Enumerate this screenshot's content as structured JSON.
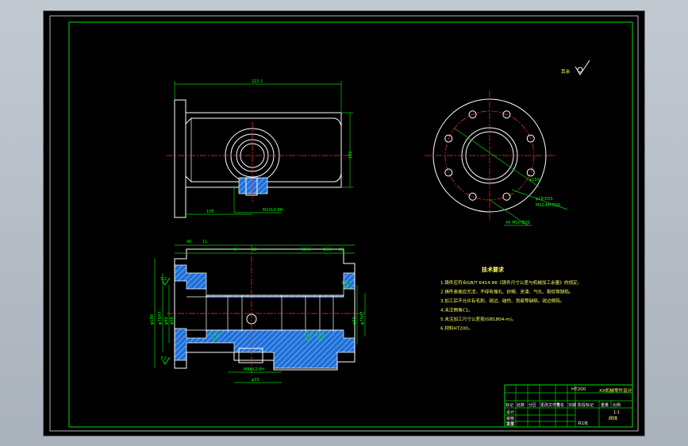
{
  "colors": {
    "background": "#000000",
    "frame": "#00e000",
    "geometry": "#ffffff",
    "dimensions": "#00e000",
    "centerlines": "#ff3030",
    "text": "#ffff66",
    "hatch": "#4aa3ff"
  },
  "top_view": {
    "overall_length": "222.1",
    "height": "102",
    "offset": "105",
    "thread_callout": "M2XL5-6H"
  },
  "flange_view": {
    "pcd": "φ150",
    "holes_callout": "φ18 EQS",
    "thread_callout": "M10-6H EQS",
    "note": "4X M10 EQS"
  },
  "section_view": {
    "top_dims": [
      "11",
      "40",
      "9",
      "38",
      "58.5",
      "15.5",
      "18"
    ],
    "left_dims": [
      "φ180",
      "φ75H7",
      "φ90",
      "φ58"
    ],
    "right_dims": [
      "φ62",
      "φ75H7"
    ],
    "bottom_dims": [
      "M48X2-6H",
      "φ35"
    ],
    "roughness": [
      "3.2",
      "3.2",
      "1.6",
      "3.2",
      "1.6",
      "3.2"
    ]
  },
  "roughness_symbol": {
    "label": "其余"
  },
  "technical_requirements": {
    "title": "技术要求",
    "items": [
      "1.铸件应符合GB/T 6414-86《铸件尺寸公差与机械加工余量》的规定。",
      "2.铸件表面应光洁，不得有缩孔、砂眼、夹渣、气孔、裂纹等缺陷。",
      "3.加工后不允许有毛刺、锐边、碰伤、划痕等缺陷，锐边倒钝。",
      "4.未注倒角C1。",
      "5.未注加工尺寸公差按(GB1804-m)。",
      "6.材料HT200。"
    ]
  },
  "title_block": {
    "part_name": "阀体",
    "drawing_no": "HT200",
    "project": "XX机械零件设计",
    "scale": "1:1",
    "sheet": "共1张",
    "labels": [
      "标记",
      "处数",
      "分区",
      "更改文件号",
      "签名",
      "日期"
    ],
    "roles": [
      "设计",
      "审核",
      "工艺",
      "批准"
    ],
    "stage_labels": [
      "阶段标记",
      "重量",
      "比例"
    ]
  }
}
